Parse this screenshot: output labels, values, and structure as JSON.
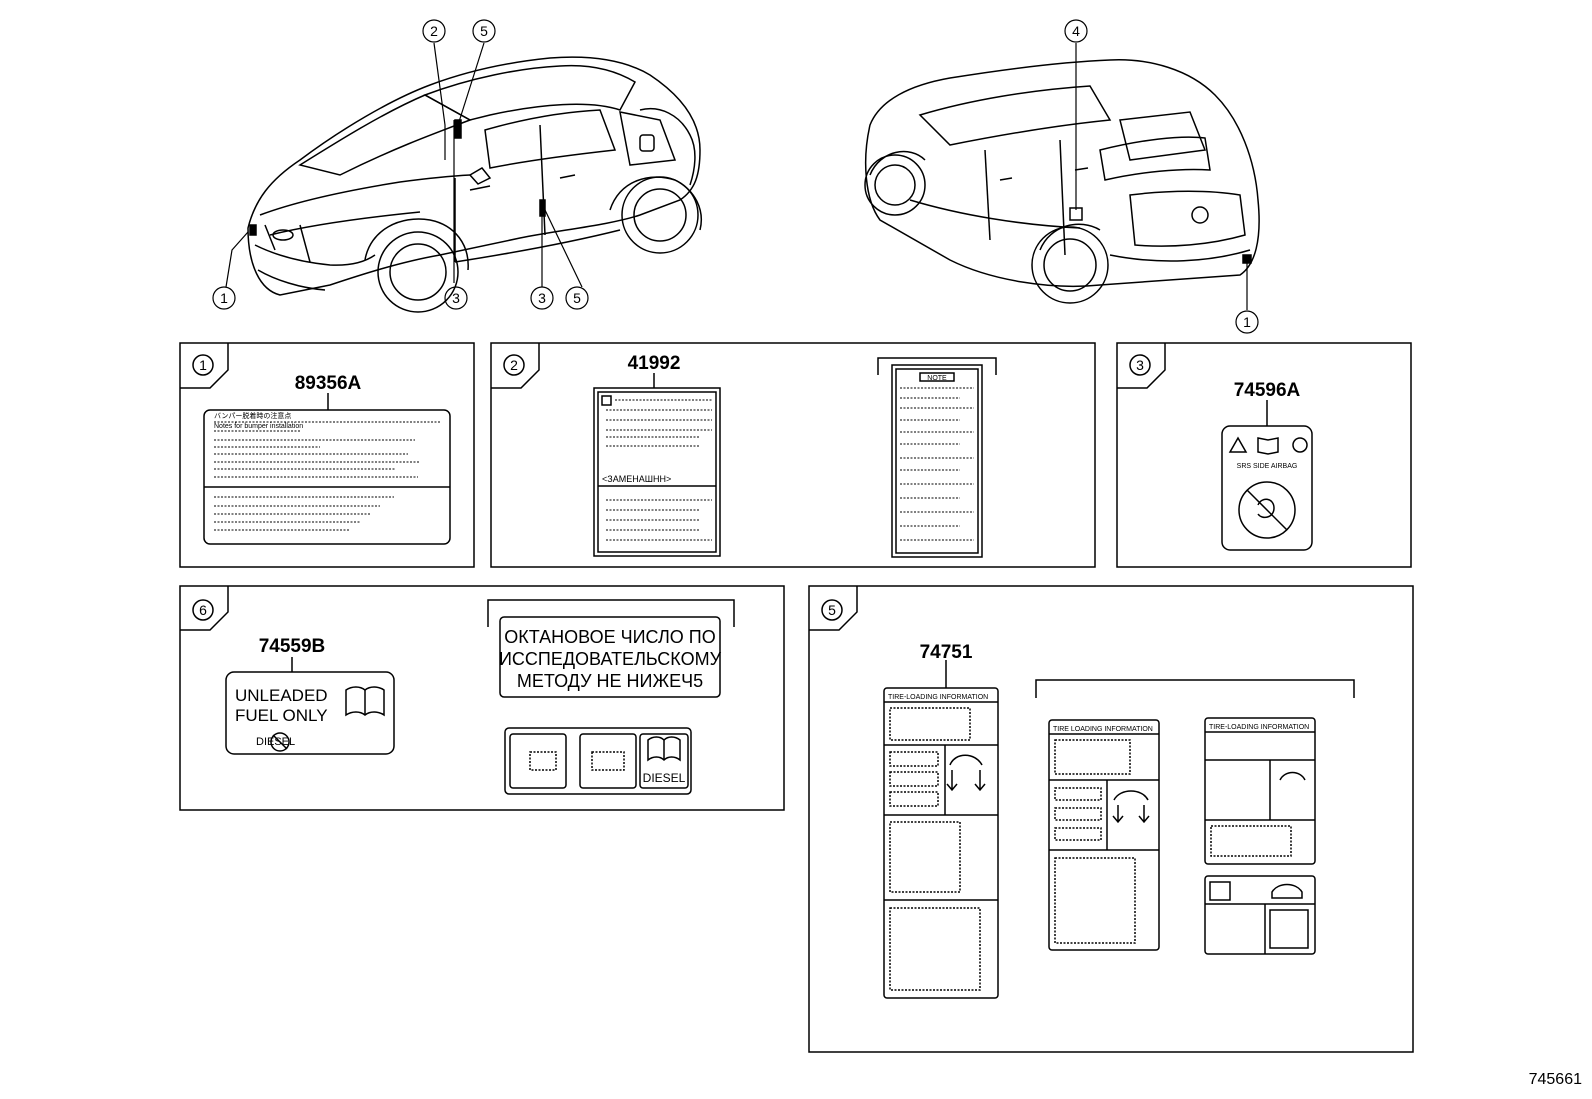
{
  "callouts": [
    "1",
    "2",
    "3",
    "4",
    "5",
    "6"
  ],
  "panels": {
    "p1": {
      "callout": "1",
      "part": "89356A",
      "title_jp": "バンパー脱着時の注意点",
      "title_en": "Notes for bumper installation"
    },
    "p2": {
      "callout": "2",
      "part": "41992",
      "zam": "<ЗАМЕНАШНН>",
      "note": "NOTE"
    },
    "p3": {
      "callout": "3",
      "part": "74596A",
      "srs": "SRS SIDE AIRBAG"
    },
    "p6": {
      "callout": "6",
      "part": "74559B",
      "unleaded": "UNLEADED",
      "fuel_only": "FUEL ONLY",
      "diesel_small": "DIESEL",
      "rus_line1": "ОКТАНОВОЕ ЧИСЛО ПО",
      "rus_line2": "ИССПЕДОВАТЕЛЬСКОМУ",
      "rus_line3": "МЕТОДУ НЕ НИЖЕЧ5",
      "diesel_label": "DIESEL"
    },
    "p5": {
      "callout": "5",
      "part": "74751",
      "tire_a": "TIRE-LOADING INFORMATION",
      "tire_b": "TIRE LOADING INFORMATION",
      "tire_c": "TIRE-LOADING INFORMATION"
    }
  },
  "footer_code": "745661"
}
